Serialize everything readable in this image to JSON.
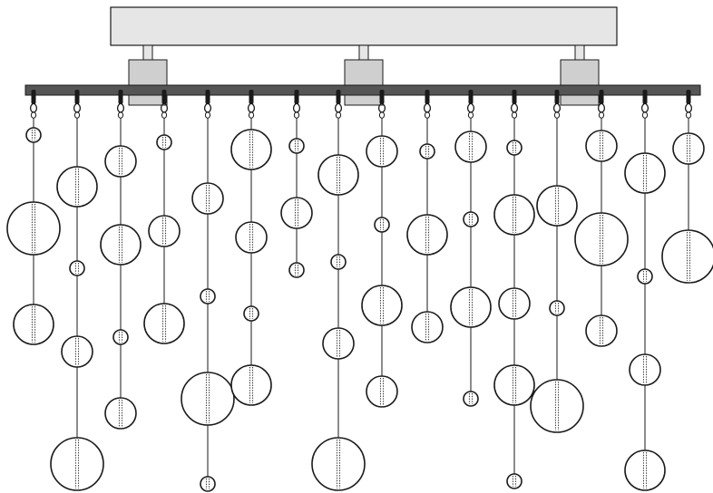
{
  "drawing": {
    "subject": "chandelier",
    "colors": {
      "line": "#1a1a1a",
      "canopy_fill": "#e6e6e6",
      "bracket_fill": "#cfcfcf",
      "rail_fill": "#555555",
      "background": "#ffffff"
    },
    "strands": [
      {
        "id": 1,
        "globes": [
          {
            "size": "small"
          },
          {
            "size": "xlarge"
          },
          {
            "size": "large"
          }
        ]
      },
      {
        "id": 2,
        "globes": [
          {
            "size": "large"
          },
          {
            "size": "small"
          },
          {
            "size": "medium"
          },
          {
            "size": "xlarge"
          }
        ]
      },
      {
        "id": 3,
        "globes": [
          {
            "size": "medium"
          },
          {
            "size": "large"
          },
          {
            "size": "small"
          },
          {
            "size": "medium"
          }
        ]
      },
      {
        "id": 4,
        "globes": [
          {
            "size": "small"
          },
          {
            "size": "medium"
          },
          {
            "size": "large"
          }
        ]
      },
      {
        "id": 5,
        "globes": [
          {
            "size": "medium"
          },
          {
            "size": "small"
          },
          {
            "size": "xlarge"
          },
          {
            "size": "small"
          }
        ]
      },
      {
        "id": 6,
        "globes": [
          {
            "size": "large"
          },
          {
            "size": "medium"
          },
          {
            "size": "small"
          },
          {
            "size": "large"
          }
        ]
      },
      {
        "id": 7,
        "globes": [
          {
            "size": "small"
          },
          {
            "size": "medium"
          },
          {
            "size": "small"
          }
        ]
      },
      {
        "id": 8,
        "globes": [
          {
            "size": "large"
          },
          {
            "size": "small"
          },
          {
            "size": "medium"
          },
          {
            "size": "xlarge"
          }
        ]
      },
      {
        "id": 9,
        "globes": [
          {
            "size": "medium"
          },
          {
            "size": "small"
          },
          {
            "size": "large"
          },
          {
            "size": "medium"
          }
        ]
      },
      {
        "id": 10,
        "globes": [
          {
            "size": "small"
          },
          {
            "size": "large"
          },
          {
            "size": "medium"
          }
        ]
      },
      {
        "id": 11,
        "globes": [
          {
            "size": "medium"
          },
          {
            "size": "small"
          },
          {
            "size": "large"
          },
          {
            "size": "small"
          }
        ]
      },
      {
        "id": 12,
        "globes": [
          {
            "size": "small"
          },
          {
            "size": "large"
          },
          {
            "size": "medium"
          },
          {
            "size": "large"
          },
          {
            "size": "small"
          }
        ]
      },
      {
        "id": 13,
        "globes": [
          {
            "size": "large"
          },
          {
            "size": "small"
          },
          {
            "size": "xlarge"
          }
        ]
      },
      {
        "id": 14,
        "globes": [
          {
            "size": "medium"
          },
          {
            "size": "xlarge"
          },
          {
            "size": "medium"
          }
        ]
      },
      {
        "id": 15,
        "globes": [
          {
            "size": "large"
          },
          {
            "size": "small"
          },
          {
            "size": "medium"
          },
          {
            "size": "large"
          }
        ]
      },
      {
        "id": 16,
        "globes": [
          {
            "size": "medium"
          },
          {
            "size": "xlarge"
          }
        ]
      }
    ]
  }
}
